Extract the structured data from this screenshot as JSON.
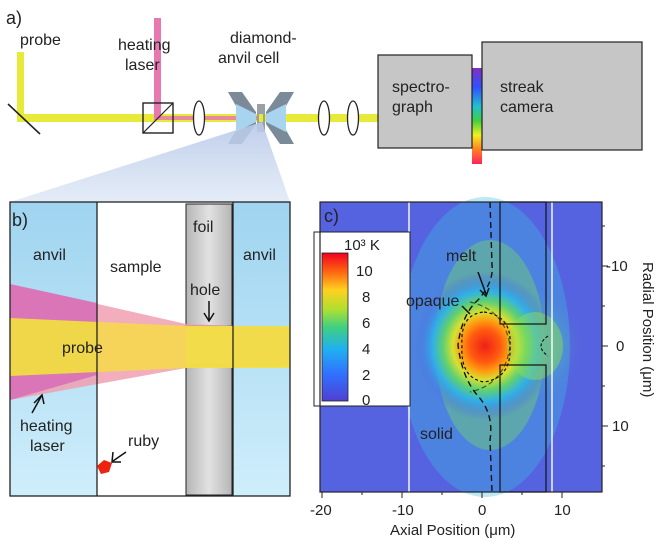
{
  "panel_a": {
    "label": "a)",
    "probe": "probe",
    "heating_laser": [
      "heating",
      "laser"
    ],
    "dac": [
      "diamond-",
      "anvil cell"
    ],
    "spectrograph": [
      "spectro-",
      "graph"
    ],
    "streak_camera": [
      "streak",
      "camera"
    ]
  },
  "panel_b": {
    "label": "b)",
    "anvil_left": "anvil",
    "sample": "sample",
    "foil": "foil",
    "anvil_right": "anvil",
    "hole": "hole",
    "probe": "probe",
    "heating_laser": [
      "heating",
      "laser"
    ],
    "ruby": "ruby"
  },
  "panel_c": {
    "label": "c)",
    "colorbar_unit": "10³ K",
    "colorbar_ticks": [
      "10",
      "8",
      "6",
      "4",
      "2",
      "0"
    ],
    "melt": "melt",
    "opaque": "opaque",
    "solid": "solid",
    "x_ticks": [
      "-20",
      "-10",
      "0",
      "10"
    ],
    "y_ticks": [
      "-10",
      "0",
      "10"
    ],
    "xlabel": "Axial Position (μm)",
    "ylabel": "Radial Position (μm)"
  },
  "colors": {
    "probe_beam": "#e8ea3a",
    "heating_beam": "#e060a8",
    "anvil": "#a8d8f0",
    "foil": "#c8c8c8",
    "map_background": "#5060e0"
  }
}
